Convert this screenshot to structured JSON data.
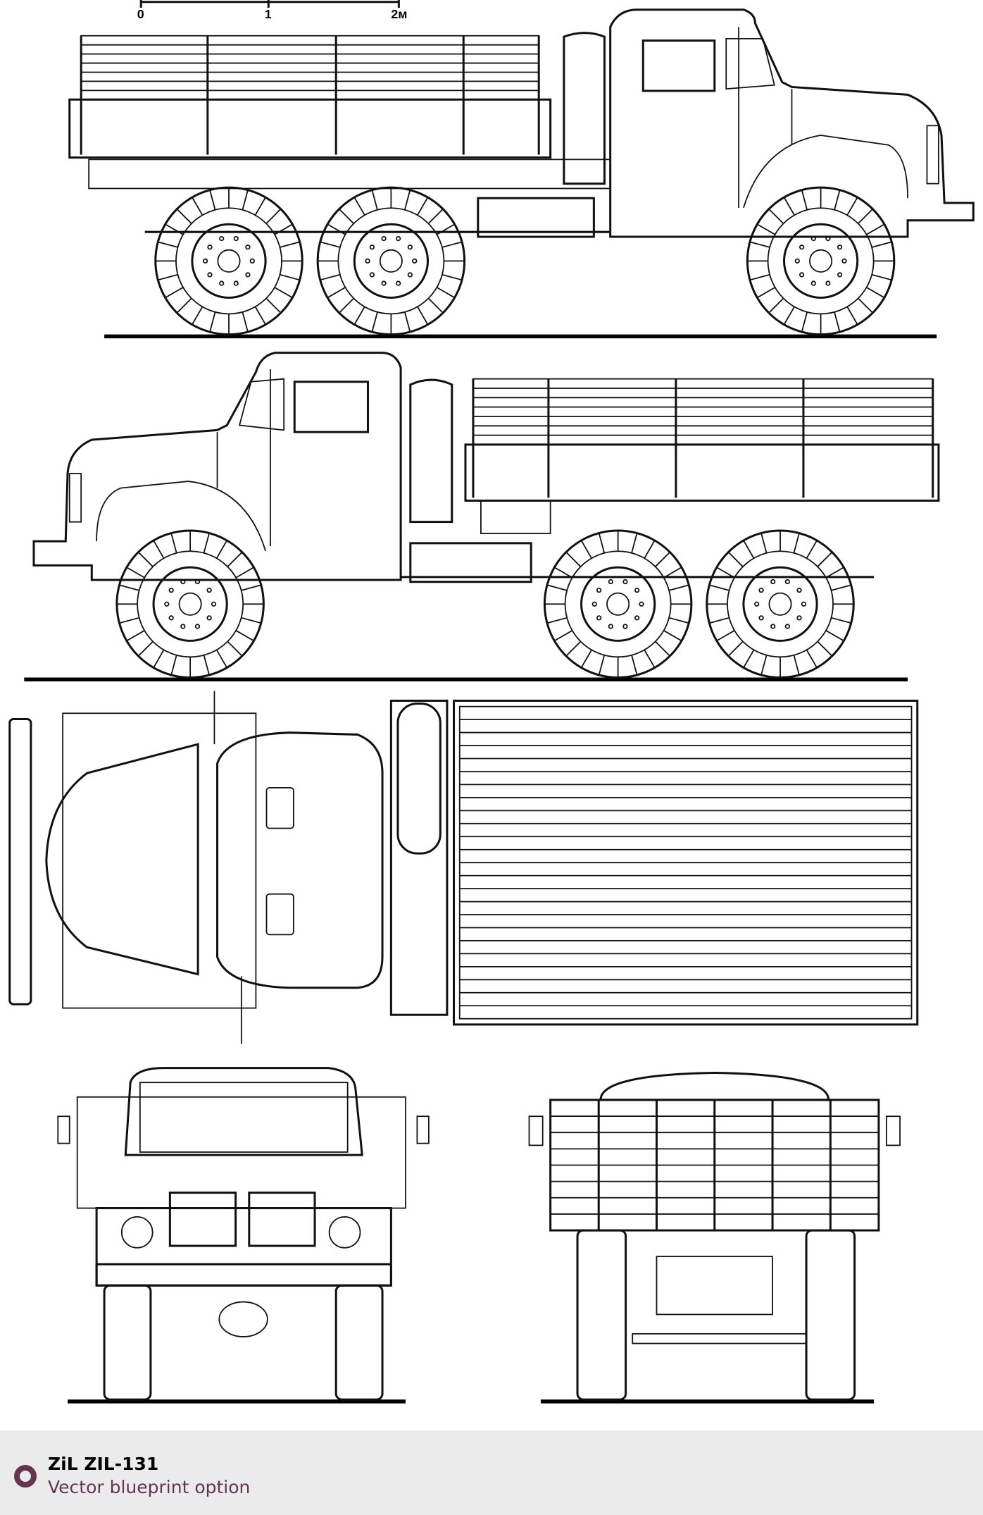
{
  "scale_bar": {
    "labels": [
      "0",
      "1",
      "2м"
    ]
  },
  "views": [
    "side-left",
    "side-right",
    "top",
    "front",
    "rear"
  ],
  "footer": {
    "title": "ZiL ZIL-131",
    "subtitle": "Vector blueprint option",
    "accent_color": "#65344f",
    "background_color": "#ebebeb"
  }
}
